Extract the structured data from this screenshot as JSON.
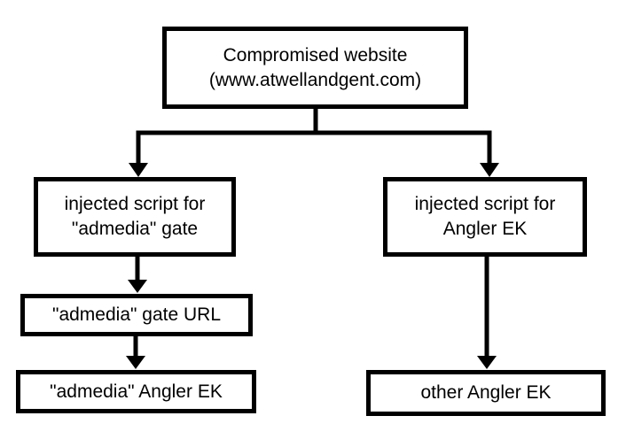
{
  "nodes": {
    "compromised_website": {
      "line1": "Compromised website",
      "line2": "(www.atwellandgent.com)"
    },
    "injected_script_admedia": {
      "line1": "injected script for",
      "line2": "\"admedia\" gate"
    },
    "injected_script_angler": {
      "line1": "injected script for",
      "line2": "Angler EK"
    },
    "admedia_gate_url": {
      "line1": "\"admedia\" gate URL"
    },
    "admedia_angler_ek": {
      "line1": "\"admedia\" Angler EK"
    },
    "other_angler_ek": {
      "line1": "other Angler EK"
    }
  },
  "colors": {
    "border": "#000000",
    "background": "#ffffff",
    "text": "#000000",
    "connector": "#000000"
  }
}
